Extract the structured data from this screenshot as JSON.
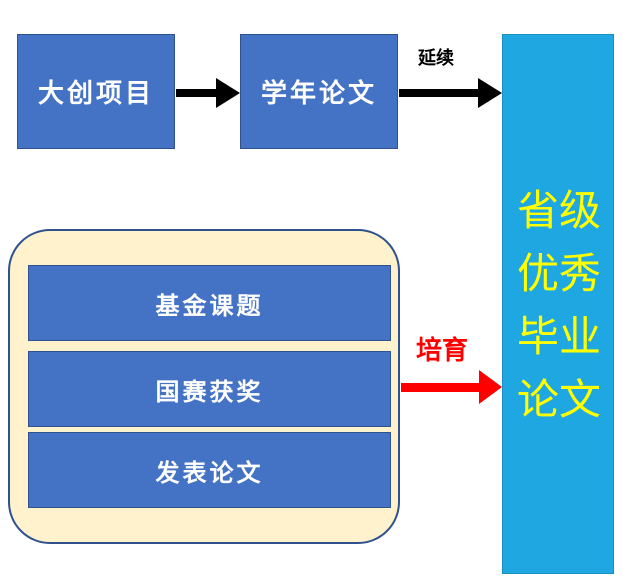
{
  "boxes": {
    "dachuang": "大创项目",
    "xuenian": "学年论文"
  },
  "group": {
    "items": [
      "基金课题",
      "国赛获奖",
      "发表论文"
    ]
  },
  "result": {
    "lines": [
      "省级",
      "优秀",
      "毕业",
      "论文"
    ]
  },
  "arrows": {
    "yanxu_label": "延续",
    "peiyu_label": "培育"
  },
  "colors": {
    "box_blue": "#4472C4",
    "result_blue": "#1EA7E1",
    "result_text": "#FFFF00",
    "group_fill": "#FFF2CC",
    "arrow_black": "#000000",
    "arrow_red": "#FF0000"
  }
}
